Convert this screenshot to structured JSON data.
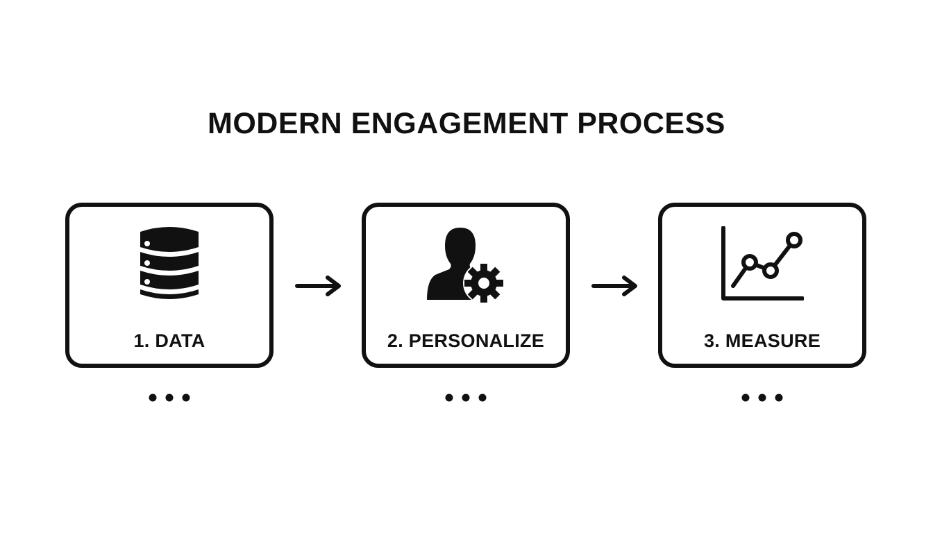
{
  "title": "MODERN ENGAGEMENT PROCESS",
  "steps": [
    {
      "label": "1. DATA",
      "icon": "database-icon"
    },
    {
      "label": "2. PERSONALIZE",
      "icon": "user-gear-icon"
    },
    {
      "label": "3. MEASURE",
      "icon": "line-chart-icon"
    }
  ],
  "colors": {
    "foreground": "#111111",
    "background": "#ffffff"
  }
}
